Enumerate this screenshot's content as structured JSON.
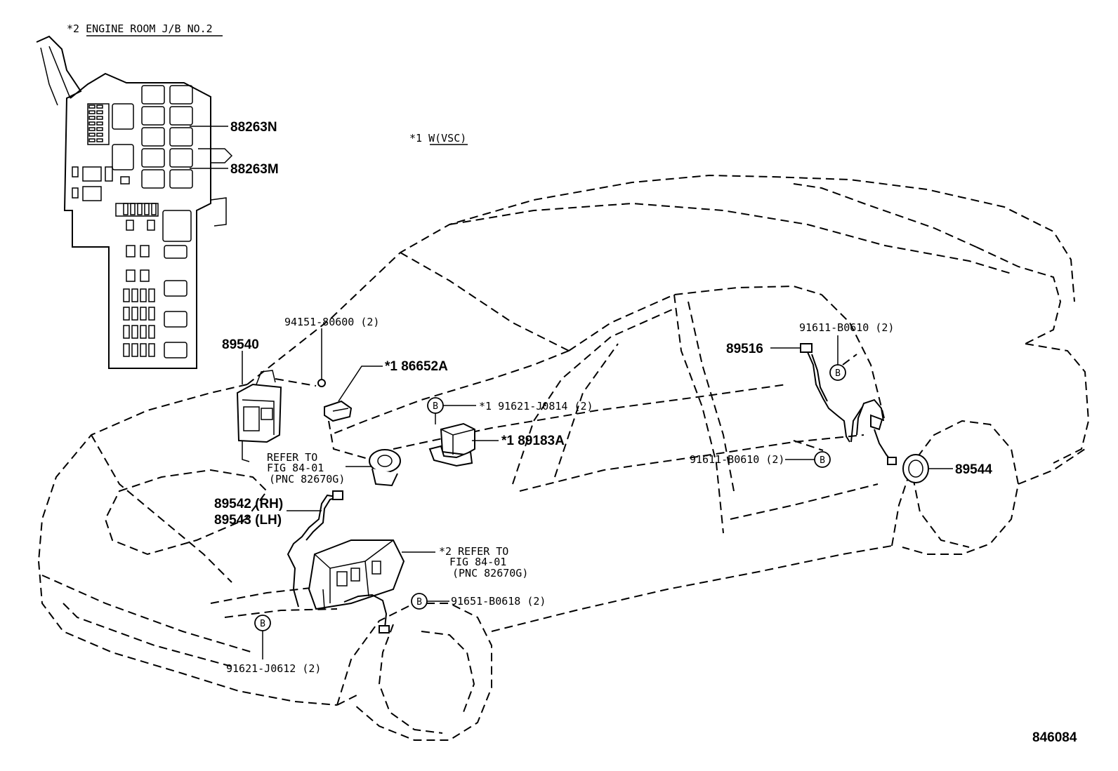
{
  "header": {
    "jb_title": "*2 ENGINE ROOM J/B NO.2",
    "vsc_note": "*1 W(VSC)"
  },
  "labels": {
    "p88263N": "88263N",
    "p88263M": "88263M",
    "p89540": "89540",
    "p94151": "94151-80600 (2)",
    "p86652A": "*1 86652A",
    "p91621_J0814": "*1 91621-J0814 (2)",
    "p89183A": "*1 89183A",
    "refer1_a": "REFER TO",
    "refer1_b": "FIG 84-01",
    "refer1_c": "(PNC 82670G)",
    "p89542": "89542 (RH)",
    "p89543": "89543 (LH)",
    "refer2_a": "*2 REFER TO",
    "refer2_b": "FIG 84-01",
    "refer2_c": "(PNC 82670G)",
    "p91651": "91651-B0618 (2)",
    "p91621_J0612": "91621-J0612 (2)",
    "p89516": "89516",
    "p91611_top": "91611-B0610 (2)",
    "p91611_mid": "91611-B0610 (2)",
    "p89544": "89544",
    "fig_no": "846084"
  },
  "markers": {
    "bolt_symbol": "B"
  },
  "icons": {
    "bolt": "circled-letter-icon",
    "junction_block": "fuse-box-icon"
  }
}
